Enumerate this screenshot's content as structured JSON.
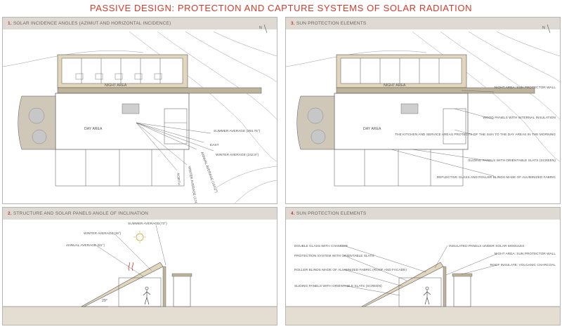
{
  "title": "PASSIVE DESIGN:  PROTECTION AND CAPTURE SYSTEMS OF SOLAR RADIATION",
  "colors": {
    "title": "#d43a2a",
    "header_bg": "#dedad3",
    "header_text": "#6b6660",
    "panel_header_number": "#c0392b",
    "ground": "#e4ddd2",
    "wall_fill": "#e2d7bc",
    "stone": "#bdb39b",
    "line": "#555555",
    "topo": "#9a9a9a"
  },
  "panels": [
    {
      "number": "1.",
      "header": "SOLAR INCIDENCE ANGLES (AZIMUT AND HORIZONTAL INCIDENCE)",
      "areas": {
        "night": "NIGHT AREA",
        "day": "DAY AREA"
      },
      "angles": [
        "SUMMER AVERAGE (264.75°)",
        "EAST",
        "WINTER AVERAGE (242.9°)",
        "ANNUAL AVERAGE (164.2°)",
        "WINTER AVERAGE (174°)",
        "NORTH"
      ],
      "north": "N"
    },
    {
      "number": "3.",
      "header": "SUN PROTECTION ELEMENTS",
      "areas": {
        "night": "NIGHT AREA",
        "day": "DAY AREA"
      },
      "notes": [
        "NIGHT AREA: SUN PROTECTOR WALL",
        "WOOD PANELS WITH INTERNAL INSULATION",
        "THE KITCHEN AND SERVICE AREAS PROTECTS OF THE SUN  TO THE DAY AREAS IN THE MORNING",
        "SLIDING PANELS WITH ORIENTABLE SLATS (SCREEN)",
        "REFLECTIVE GLASS AND ROLLER BLINDS MADE OF ALUMINIZED FABRIC"
      ],
      "north": "N"
    },
    {
      "number": "2.",
      "header": "STRUCTURE AND SOLAR PANELS ANGLE OF INCLINATION",
      "angles": [
        "SUMMER AVERAGE(73°)",
        "WINTER AVERAGE(49°)",
        "ANNUAL AVERAGE (61°)"
      ],
      "slope": "29°"
    },
    {
      "number": "4.",
      "header": "SUN PROTECTION ELEMENTS",
      "notes_left": [
        "DOUBLE GLASS WITH CHAMBER",
        "PROTECTION SYSTEM WITH ORIENTABLE SLATS",
        "ROLLER BLINDS MADE OF ALUMINIZED FABRIC (ROOF AND FACADE)",
        "SLIDING PANELS WITH ORIENTABLE SLATS (SCREEN)"
      ],
      "notes_right": [
        "INSULATED PANELS UNDER SOLAR MODULES",
        "NIGHT AREA: SUN PROTECTOR WALL",
        "ROOF INSULATE: VOLCANIC CHARCOAL"
      ]
    }
  ]
}
